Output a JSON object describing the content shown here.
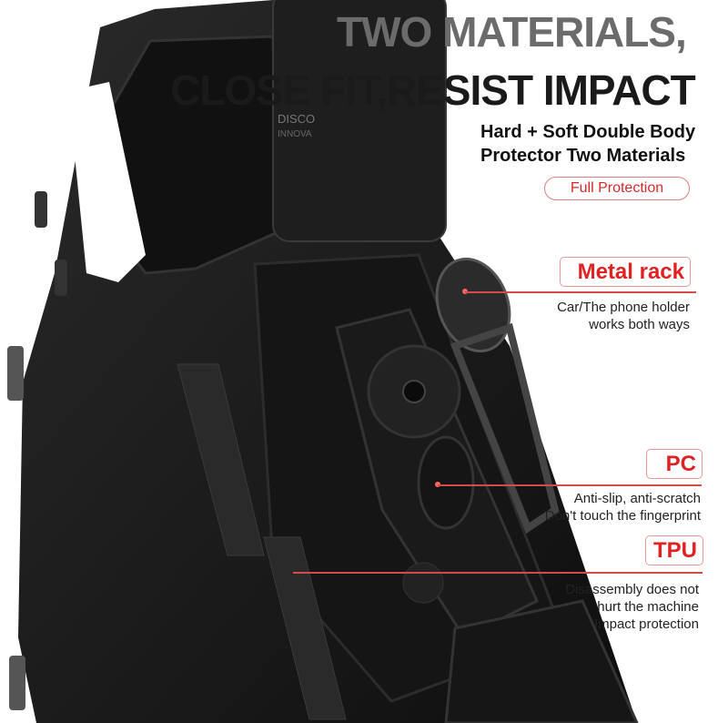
{
  "headline": {
    "line1": "TWO MATERIALS,",
    "line2": "CLOSE FIT,RESIST IMPACT"
  },
  "subheading": {
    "line1": "Hard + Soft Double Body",
    "line2": "Protector Two Materials"
  },
  "badge": "Full Protection",
  "features": [
    {
      "title": "Metal rack",
      "lines": [
        "Car/The phone holder",
        "works both ways"
      ]
    },
    {
      "title": "PC",
      "lines": [
        "Anti-slip, anti-scratch",
        "Don't touch the fingerprint"
      ]
    },
    {
      "title": "TPU",
      "lines": [
        "Disassembly does not",
        "hurt the machine",
        "Impact protection"
      ]
    }
  ],
  "product_marking": [
    "DISCO",
    "INNOVA"
  ],
  "colors": {
    "accent": "#e02222",
    "case": "#1c1c1c"
  }
}
